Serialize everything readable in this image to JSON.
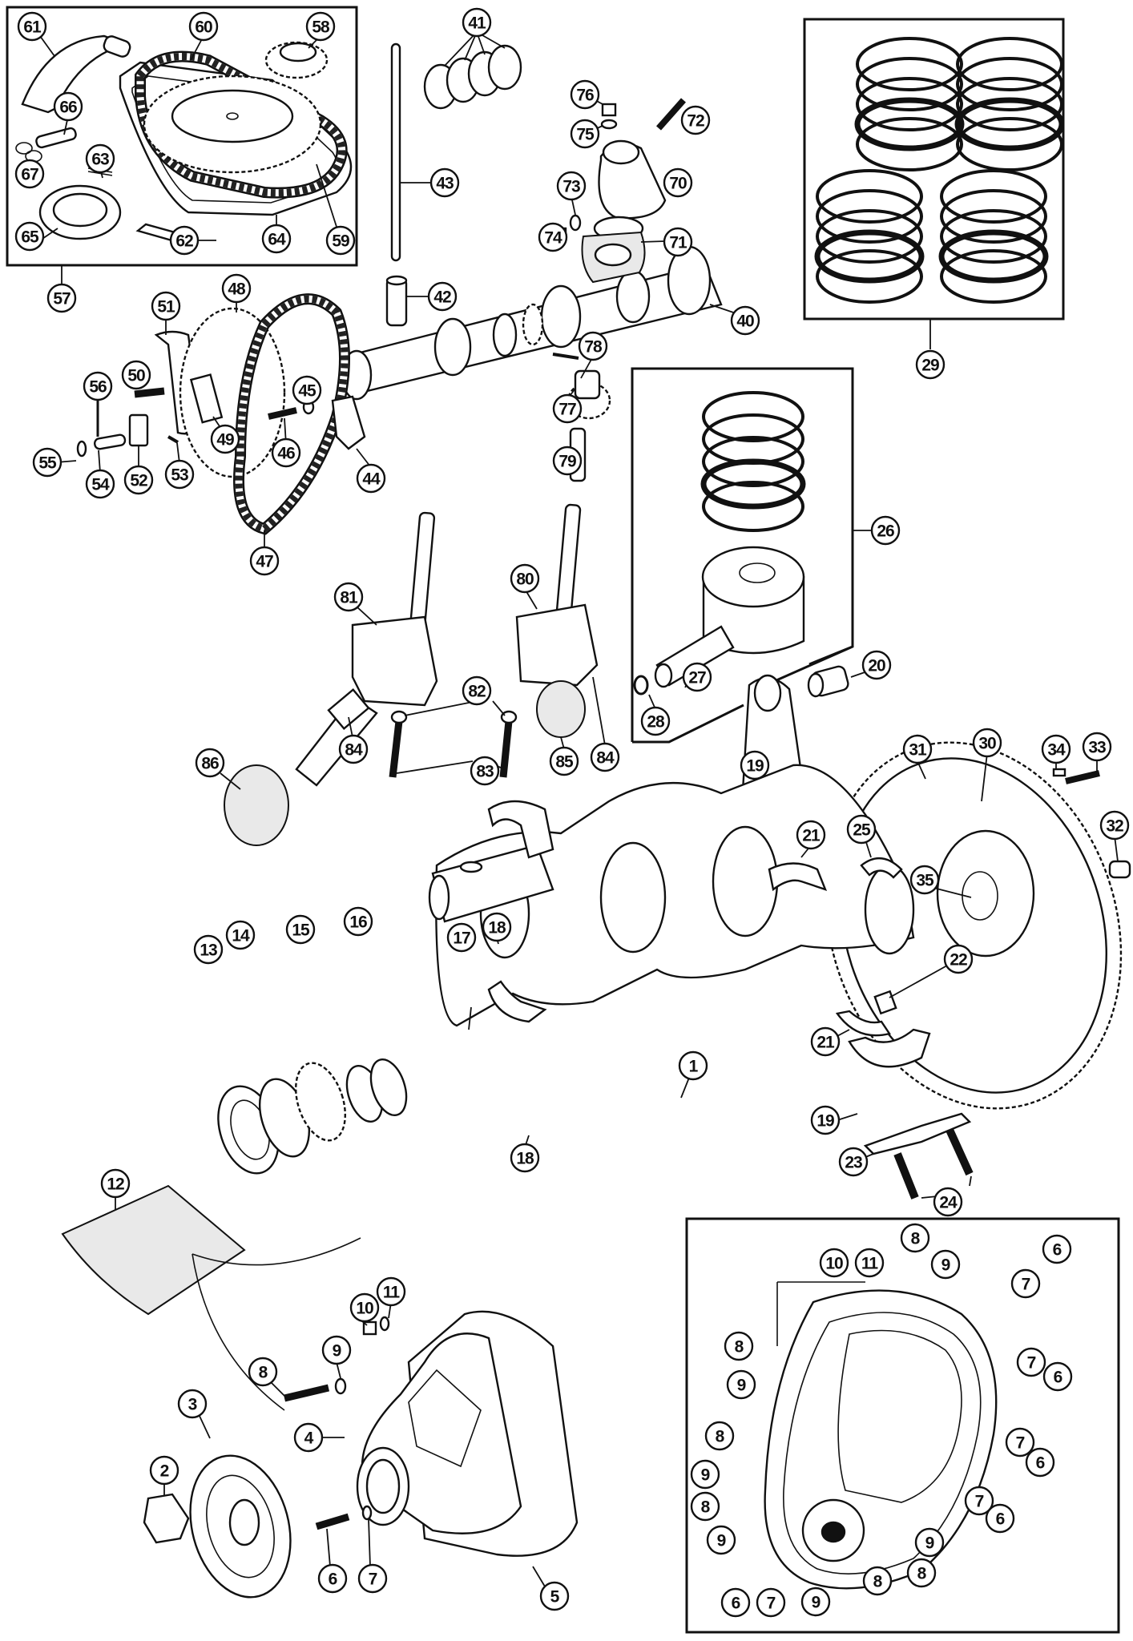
{
  "title": "Engine internals exploded parts diagram",
  "colors": {
    "line": "#111111",
    "background": "#ffffff",
    "bag": "#e9e9e9"
  },
  "groups": [
    {
      "id": "timing-chain-kit",
      "callout": "57",
      "items": [
        "58",
        "59",
        "60",
        "61",
        "62",
        "63",
        "64",
        "65",
        "66",
        "67"
      ]
    },
    {
      "id": "piston-ring-sets",
      "callout": "29"
    },
    {
      "id": "piston-assembly",
      "callout": "26",
      "items": [
        "27",
        "28"
      ]
    },
    {
      "id": "front-cover-fixings-detail",
      "items": [
        "6",
        "7",
        "8",
        "9",
        "10",
        "11"
      ]
    }
  ],
  "callouts": [
    {
      "label": "61"
    },
    {
      "label": "60"
    },
    {
      "label": "58"
    },
    {
      "label": "66"
    },
    {
      "label": "63"
    },
    {
      "label": "67"
    },
    {
      "label": "65"
    },
    {
      "label": "62"
    },
    {
      "label": "64"
    },
    {
      "label": "59"
    },
    {
      "label": "57"
    },
    {
      "label": "41"
    },
    {
      "label": "76"
    },
    {
      "label": "75"
    },
    {
      "label": "72"
    },
    {
      "label": "43"
    },
    {
      "label": "70"
    },
    {
      "label": "73"
    },
    {
      "label": "74"
    },
    {
      "label": "71"
    },
    {
      "label": "42"
    },
    {
      "label": "40"
    },
    {
      "label": "29"
    },
    {
      "label": "51"
    },
    {
      "label": "48"
    },
    {
      "label": "50"
    },
    {
      "label": "45"
    },
    {
      "label": "56"
    },
    {
      "label": "49"
    },
    {
      "label": "46"
    },
    {
      "label": "55"
    },
    {
      "label": "54"
    },
    {
      "label": "52"
    },
    {
      "label": "53"
    },
    {
      "label": "44"
    },
    {
      "label": "47"
    },
    {
      "label": "78"
    },
    {
      "label": "77"
    },
    {
      "label": "79"
    },
    {
      "label": "26"
    },
    {
      "label": "27"
    },
    {
      "label": "28"
    },
    {
      "label": "20"
    },
    {
      "label": "81"
    },
    {
      "label": "80"
    },
    {
      "label": "82"
    },
    {
      "label": "86"
    },
    {
      "label": "84"
    },
    {
      "label": "83"
    },
    {
      "label": "85"
    },
    {
      "label": "84"
    },
    {
      "label": "19"
    },
    {
      "label": "31"
    },
    {
      "label": "30"
    },
    {
      "label": "34"
    },
    {
      "label": "33"
    },
    {
      "label": "32"
    },
    {
      "label": "25"
    },
    {
      "label": "21"
    },
    {
      "label": "35"
    },
    {
      "label": "18"
    },
    {
      "label": "17"
    },
    {
      "label": "22"
    },
    {
      "label": "13"
    },
    {
      "label": "14"
    },
    {
      "label": "15"
    },
    {
      "label": "16"
    },
    {
      "label": "1"
    },
    {
      "label": "21"
    },
    {
      "label": "19"
    },
    {
      "label": "18"
    },
    {
      "label": "23"
    },
    {
      "label": "24"
    },
    {
      "label": "12"
    },
    {
      "label": "10"
    },
    {
      "label": "11"
    },
    {
      "label": "9"
    },
    {
      "label": "8"
    },
    {
      "label": "3"
    },
    {
      "label": "4"
    },
    {
      "label": "2"
    },
    {
      "label": "5"
    },
    {
      "label": "6"
    },
    {
      "label": "7"
    },
    {
      "label": "8"
    },
    {
      "label": "9"
    },
    {
      "label": "10"
    },
    {
      "label": "11"
    },
    {
      "label": "6"
    },
    {
      "label": "7"
    },
    {
      "label": "8"
    },
    {
      "label": "9"
    },
    {
      "label": "7"
    },
    {
      "label": "6"
    },
    {
      "label": "8"
    },
    {
      "label": "9"
    },
    {
      "label": "7"
    },
    {
      "label": "6"
    },
    {
      "label": "8"
    },
    {
      "label": "9"
    },
    {
      "label": "7"
    },
    {
      "label": "6"
    },
    {
      "label": "9"
    },
    {
      "label": "8"
    },
    {
      "label": "6"
    },
    {
      "label": "7"
    },
    {
      "label": "9"
    },
    {
      "label": "8"
    }
  ]
}
